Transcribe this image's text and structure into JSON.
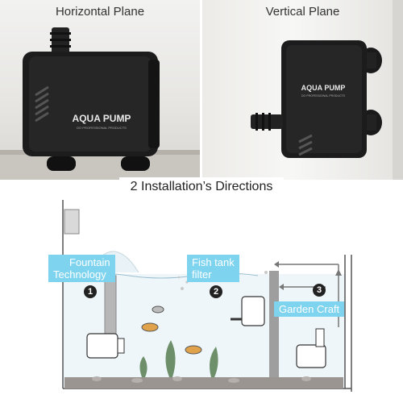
{
  "panels": {
    "left_title": "Horizontal Plane",
    "right_title": "Vertical Plane",
    "brand": "AQUA PUMP",
    "brand_sub": "DO PROFESSIONAL PRODUCTS"
  },
  "caption": "2 Installation’s Directions",
  "diagram": {
    "labels": [
      {
        "number": "1",
        "text_line1": "Fountain",
        "text_line2": "Technology"
      },
      {
        "number": "2",
        "text_line1": "Fish tank",
        "text_line2": "filter"
      },
      {
        "number": "3",
        "text_line1": "Garden Craft",
        "text_line2": ""
      }
    ]
  },
  "colors": {
    "label_bg": "#7ed3ef",
    "pump_body": "#1a1a1a",
    "water": "#eef6fa",
    "gravel": "#9a9591"
  }
}
